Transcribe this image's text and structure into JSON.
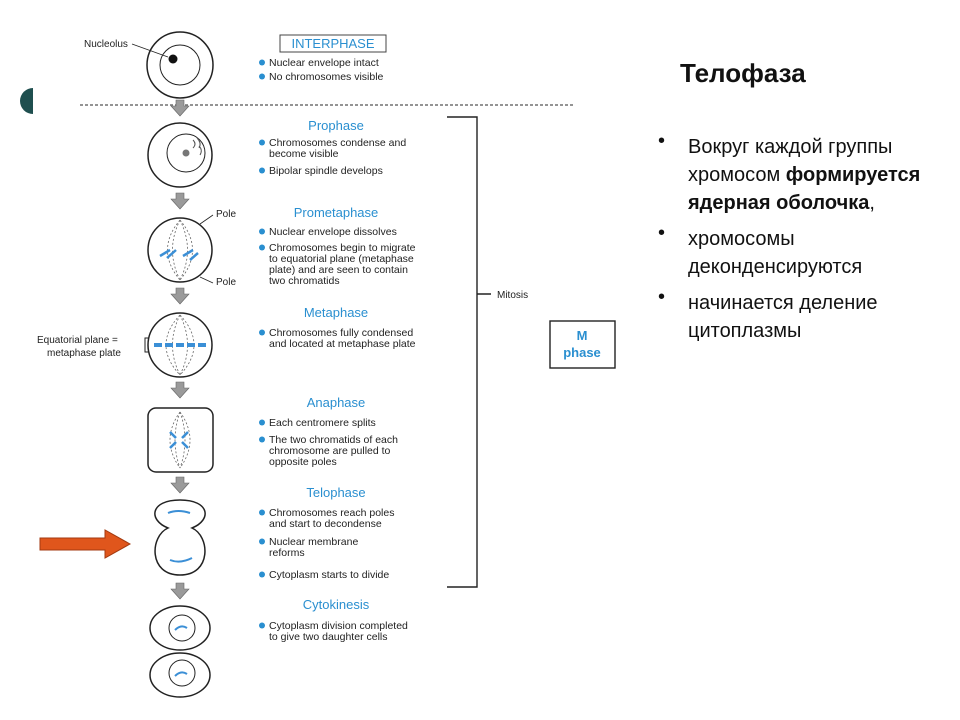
{
  "slide": {
    "title": "Телофаза",
    "bullets": [
      {
        "pre": "Вокруг каждой группы хромосом ",
        "bold": "формируется ядерная оболочка",
        "post": ","
      },
      {
        "pre": "хромосомы деконденсируются",
        "bold": "",
        "post": ""
      },
      {
        "pre": "начинается деление цитоплазмы",
        "bold": "",
        "post": ""
      }
    ]
  },
  "diagram": {
    "labels": {
      "nucleolus": "Nucleolus",
      "pole_top": "Pole",
      "pole_bottom": "Pole",
      "equatorial_line1": "Equatorial plane =",
      "equatorial_line2": "metaphase plate",
      "mitosis": "Mitosis",
      "m_phase_line1": "M",
      "m_phase_line2": "phase"
    },
    "stages": [
      {
        "name": "INTERPHASE",
        "bullets": [
          [
            "Nuclear envelope intact"
          ],
          [
            "No chromosomes visible"
          ]
        ]
      },
      {
        "name": "Prophase",
        "bullets": [
          [
            "Chromosomes condense and",
            "become visible"
          ],
          [
            "Bipolar spindle develops"
          ]
        ]
      },
      {
        "name": "Prometaphase",
        "bullets": [
          [
            "Nuclear envelope dissolves"
          ],
          [
            "Chromosomes begin to migrate",
            "to equatorial plane (metaphase",
            "plate) and are seen to contain",
            "two chromatids"
          ]
        ]
      },
      {
        "name": "Metaphase",
        "bullets": [
          [
            "Chromosomes fully condensed",
            "and located at metaphase plate"
          ]
        ]
      },
      {
        "name": "Anaphase",
        "bullets": [
          [
            "Each centromere splits"
          ],
          [
            "The two chromatids of each",
            "chromosome are pulled to",
            "opposite poles"
          ]
        ]
      },
      {
        "name": "Telophase",
        "bullets": [
          [
            "Chromosomes reach poles",
            "and start to decondense"
          ],
          [
            "Nuclear membrane",
            "reforms"
          ],
          [
            "Cytoplasm starts to divide"
          ]
        ]
      },
      {
        "name": "Cytokinesis",
        "bullets": [
          [
            "Cytoplasm division completed",
            "to give two daughter cells"
          ]
        ]
      }
    ]
  },
  "colors": {
    "accent_blue": "#2a8fd0",
    "arrow_orange": "#e0561c",
    "teal_marker": "#1f4f4f",
    "chromosome_blue": "#3b8fd6"
  }
}
